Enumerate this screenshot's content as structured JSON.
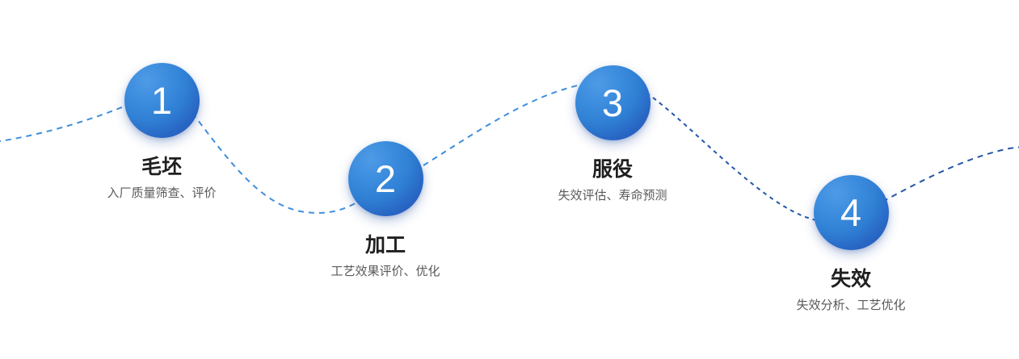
{
  "diagram": {
    "background_color": "#ffffff",
    "title": "",
    "steps": [
      {
        "number": "1",
        "title": "毛坯",
        "subtitle": "入厂质量筛查、评价"
      },
      {
        "number": "2",
        "title": "加工",
        "subtitle": "工艺效果评价、优化"
      },
      {
        "number": "3",
        "title": "服役",
        "subtitle": "失效评估、寿命预测"
      },
      {
        "number": "4",
        "title": "失效",
        "subtitle": "失效分析、工艺优化"
      }
    ],
    "colors": {
      "circle_light": "#4e9ae6",
      "circle_mid": "#2f7fd4",
      "circle_dark": "#2a52b4",
      "number_text": "#ffffff",
      "title_text": "#1f1f1f",
      "subtitle_text": "#5a5a5a",
      "curve_light": "#3f8edd",
      "curve_dark": "#2456a8"
    },
    "connector": {
      "style": "dashed-wave",
      "segments": [
        {
          "name": "entry-to-step1",
          "dash": "7 6",
          "color": "#3f8edd",
          "width": 2
        },
        {
          "name": "step1-to-step2",
          "dash": "7 6",
          "color": "#3f8edd",
          "width": 2
        },
        {
          "name": "step2-to-step3",
          "dash": "7 6",
          "color": "#3f8edd",
          "width": 2
        },
        {
          "name": "step3-to-step4",
          "dash": "5 5",
          "color": "#2456a8",
          "width": 2
        },
        {
          "name": "step4-to-exit",
          "dash": "7 6",
          "color": "#2456a8",
          "width": 2
        }
      ]
    }
  }
}
